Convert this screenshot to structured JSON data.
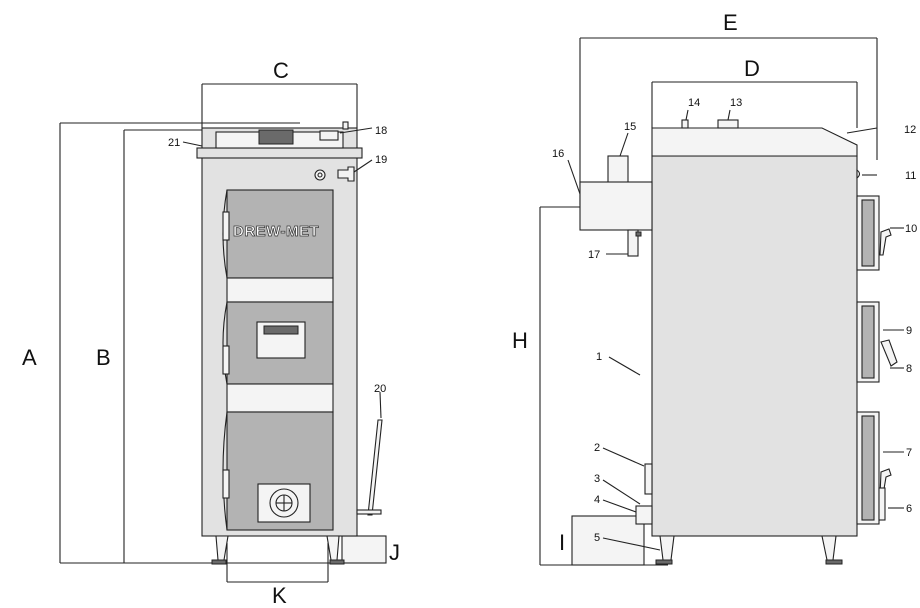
{
  "diagram": {
    "brand": "DREW-MET",
    "dimension_labels": {
      "A": "A",
      "B": "B",
      "C": "C",
      "D": "D",
      "E": "E",
      "H": "H",
      "I": "I",
      "J": "J",
      "K": "K"
    },
    "part_numbers": {
      "p1": "1",
      "p2": "2",
      "p3": "3",
      "p4": "4",
      "p5": "5",
      "p6": "6",
      "p7": "7",
      "p8": "8",
      "p9": "9",
      "p10": "10",
      "p11": "11",
      "p12": "12",
      "p13": "13",
      "p14": "14",
      "p15": "15",
      "p16": "16",
      "p17": "17",
      "p18": "18",
      "p19": "19",
      "p20": "20",
      "p21": "21"
    }
  }
}
